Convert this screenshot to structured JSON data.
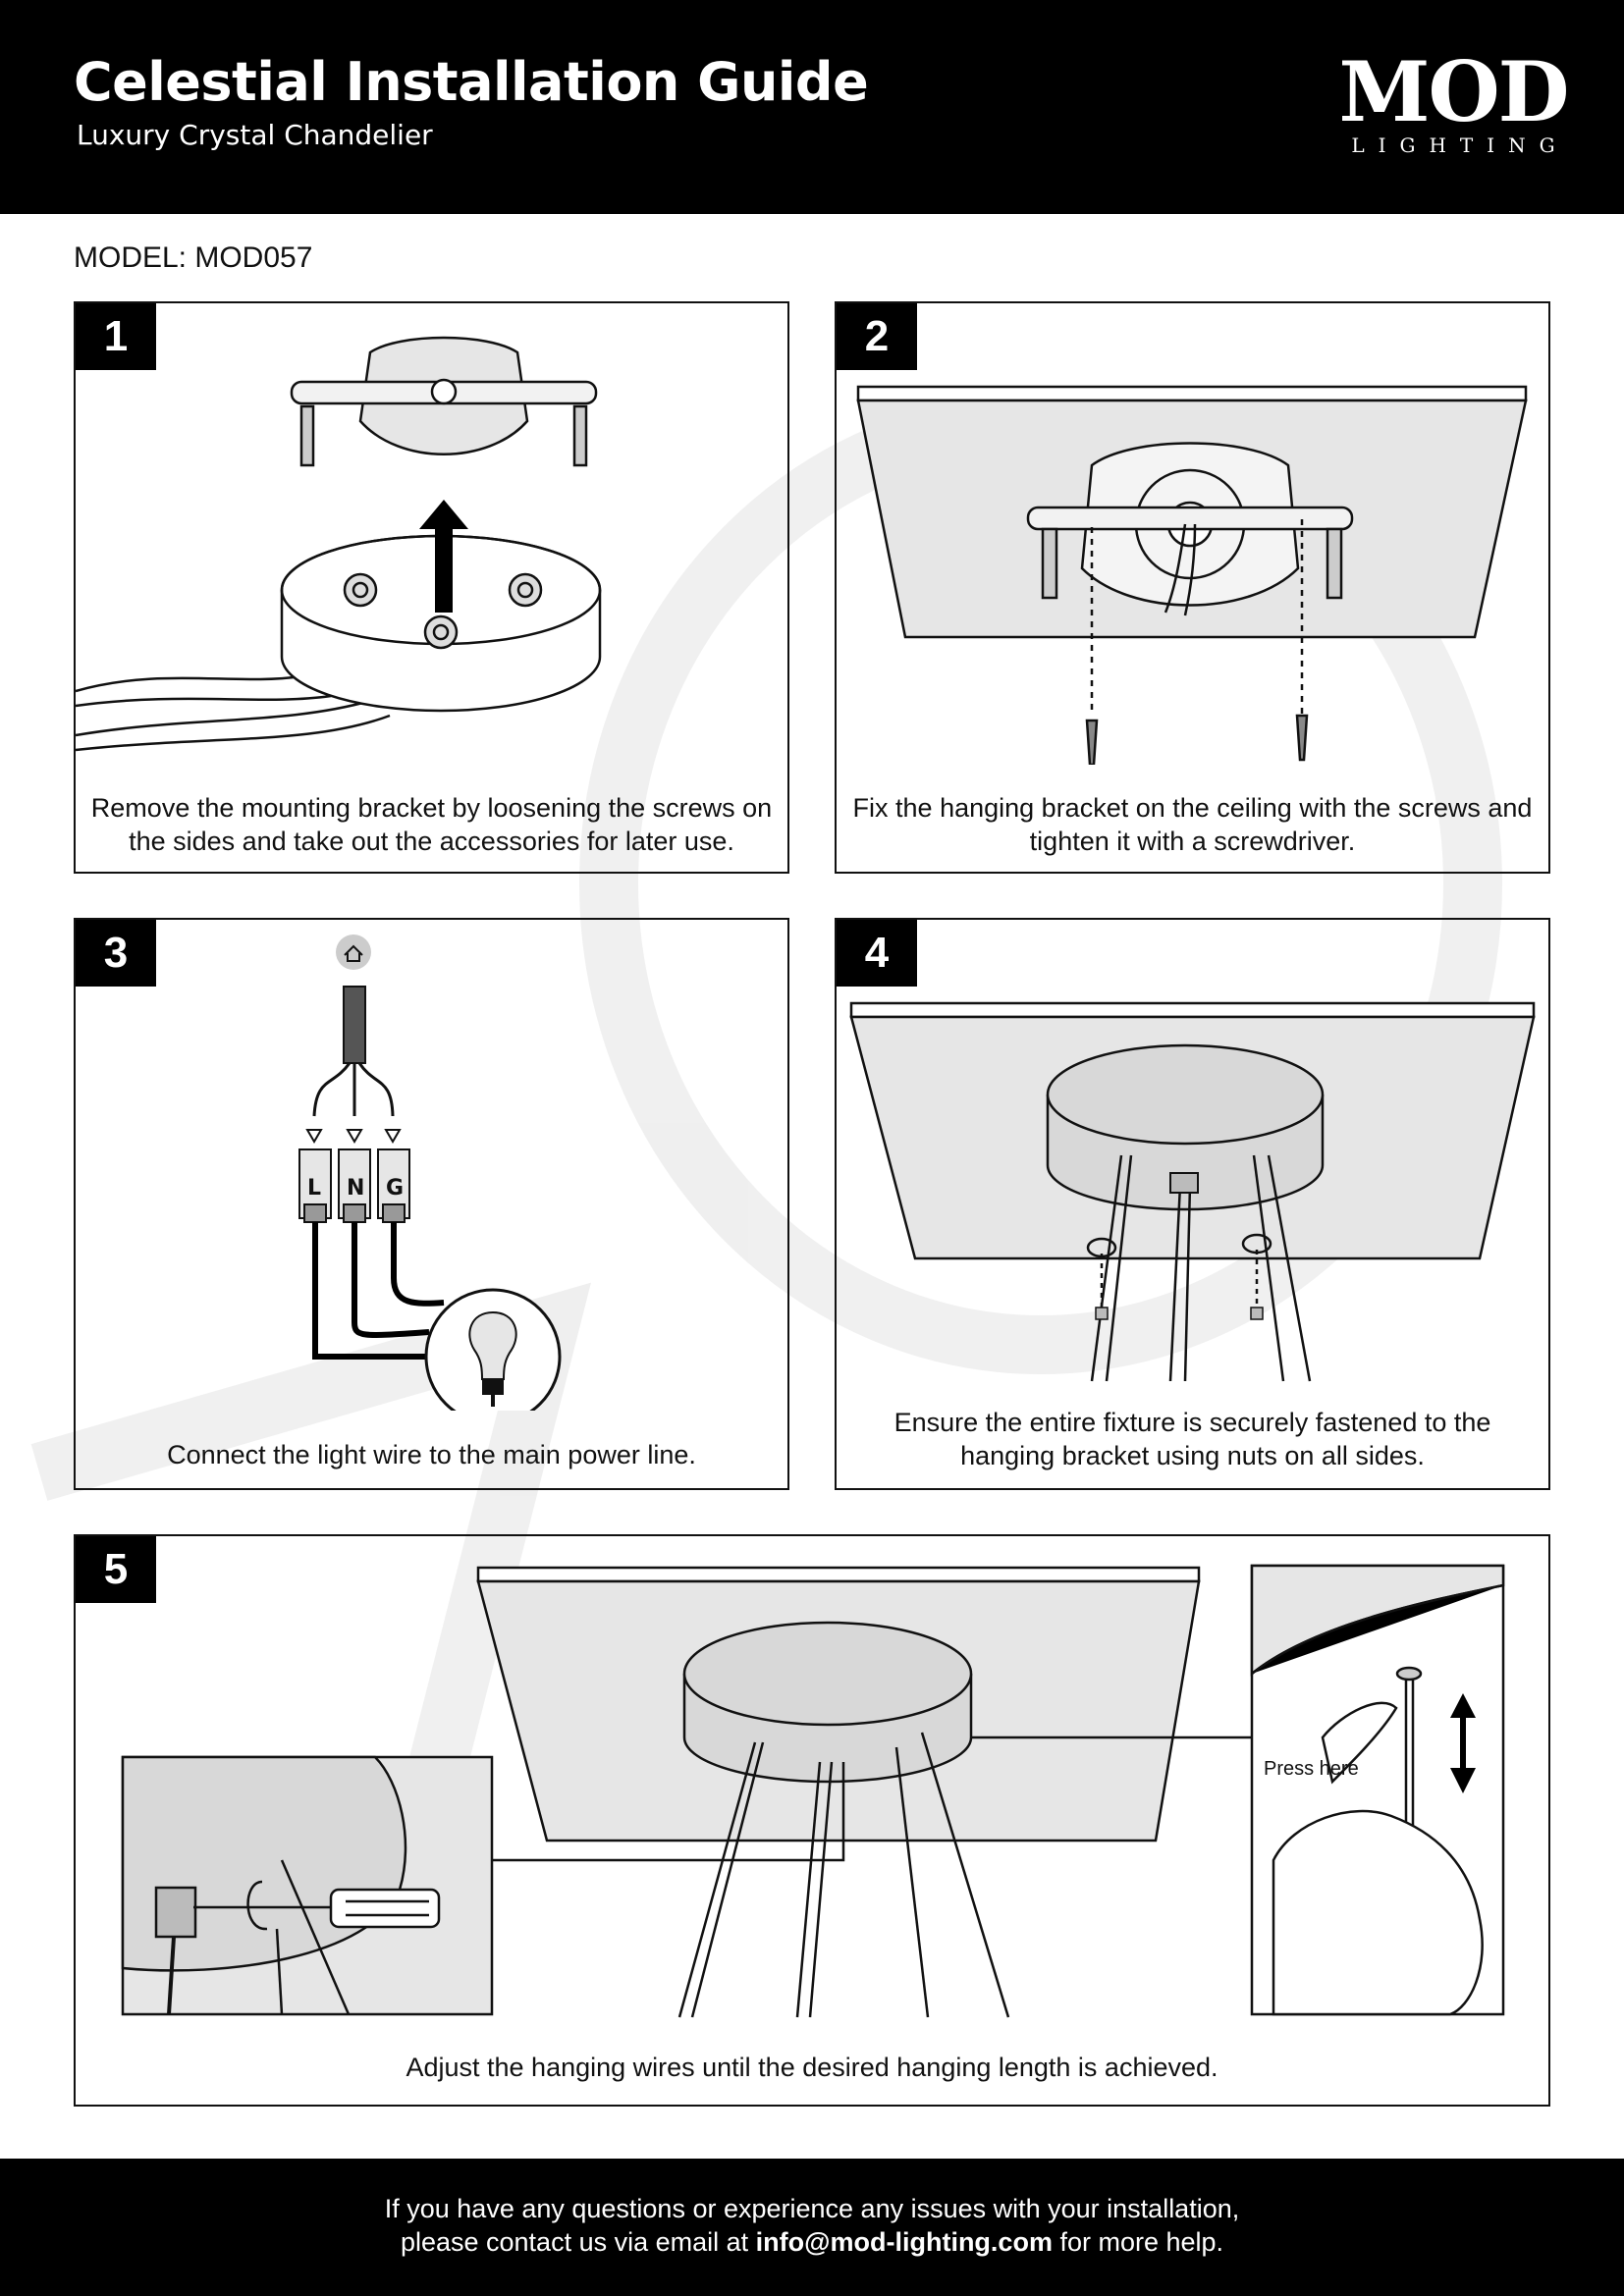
{
  "header": {
    "title": "Celestial Installation Guide",
    "subtitle": "Luxury Crystal Chandelier",
    "logo_main": "MOD",
    "logo_sub": "LIGHTING"
  },
  "model": "MODEL: MOD057",
  "steps": [
    {
      "number": "1",
      "caption": "Remove the mounting bracket by loosening the screws on the sides and take out the accessories for later use."
    },
    {
      "number": "2",
      "caption": "Fix the hanging bracket on the ceiling with the screws and tighten it with a screwdriver."
    },
    {
      "number": "3",
      "caption": "Connect the light wire to the main power line.",
      "terminals": [
        "L",
        "N",
        "G"
      ]
    },
    {
      "number": "4",
      "caption": "Ensure the entire fixture is securely fastened to the hanging bracket using nuts on all sides."
    },
    {
      "number": "5",
      "caption": "Adjust the hanging wires until the desired hanging length is achieved.",
      "callout": "Press here"
    }
  ],
  "footer": {
    "line1": "If you have any questions or experience any issues with your installation,",
    "line2_prefix": "please contact us via email at",
    "email": "info@mod-lighting.com",
    "line2_suffix": "for more help."
  },
  "colors": {
    "header_bg": "#000000",
    "panel_fill": "#e6e6e6",
    "ink": "#111111"
  },
  "icons": [
    "house-icon",
    "bulb-icon",
    "arrow-up-icon",
    "rotate-icon",
    "up-down-arrow-icon",
    "screwdriver-icon"
  ]
}
